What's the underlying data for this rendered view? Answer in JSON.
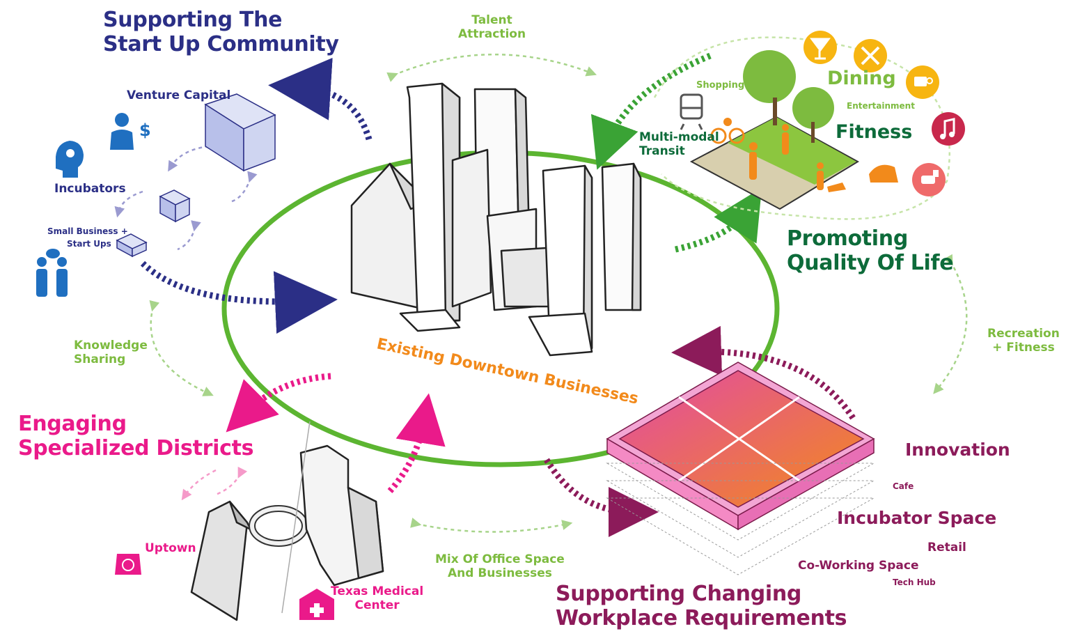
{
  "sections": {
    "startup": {
      "title_line1": "Supporting The",
      "title_line2": "Start Up Community",
      "items": [
        "Venture Capital",
        "Incubators",
        "Small Business +",
        "Start Ups"
      ]
    },
    "quality": {
      "title_line1": "Promoting",
      "title_line2": "Quality Of Life",
      "items": [
        "Shopping",
        "Dining",
        "Entertainment",
        "Fitness",
        "Multi-modal",
        "Transit"
      ]
    },
    "districts": {
      "title_line1": "Engaging",
      "title_line2": "Specialized Districts",
      "items": [
        "Uptown",
        "Texas Medical",
        "Center"
      ]
    },
    "workplace": {
      "title_line1": "Supporting Changing",
      "title_line2": "Workplace Requirements",
      "items": [
        "Innovation",
        "Cafe",
        "Incubator Space",
        "Retail",
        "Co-Working Space",
        "Tech Hub"
      ]
    }
  },
  "connectors": {
    "talent_line1": "Talent",
    "talent_line2": "Attraction",
    "knowledge_line1": "Knowledge",
    "knowledge_line2": "Sharing",
    "recreation_line1": "Recreation",
    "recreation_line2": "+ Fitness",
    "mix_line1": "Mix Of Office Space",
    "mix_line2": "And Businesses"
  },
  "center_label": "Existing Downtown Businesses",
  "colors": {
    "blue": "#2b2f86",
    "light_green": "#7dbb3f",
    "dark_green": "#0d6b3a",
    "pink": "#ea1a8a",
    "maroon": "#8c1b5a",
    "orange": "#f28a1b",
    "ring_green": "#5cb531",
    "icon_yellow": "#f7b511",
    "icon_red": "#c8284c",
    "icon_coral": "#ef6a6a",
    "figure_blue": "#1f6fc0"
  },
  "icons": [
    "cocktail-icon",
    "dining-icon",
    "coffee-icon",
    "music-icon",
    "dog-icon",
    "train-icon",
    "money-bag-icon",
    "hospital-icon",
    "brain-icon",
    "businessman-icon",
    "people-icon"
  ]
}
